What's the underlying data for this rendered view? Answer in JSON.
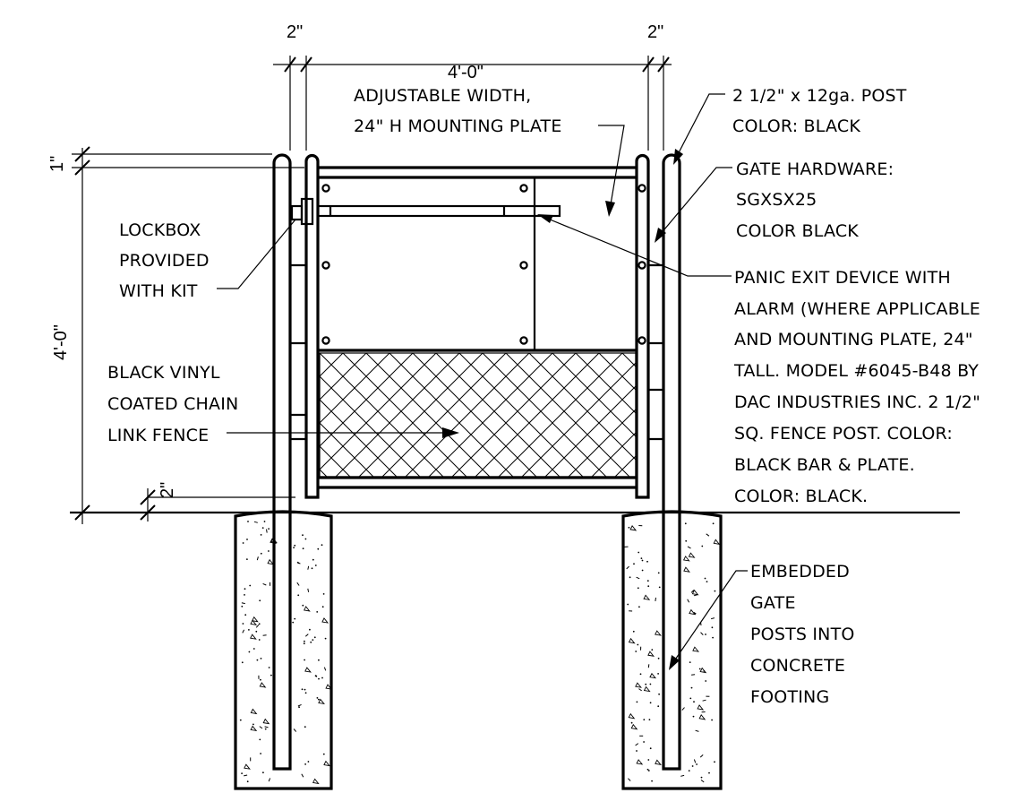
{
  "dimensions": {
    "post_left_width": "2\"",
    "post_right_width": "2\"",
    "gate_width": "4'-0\"",
    "top_offset": "1\"",
    "gate_height": "4'-0\"",
    "bottom_gap": "2\""
  },
  "callouts": {
    "mounting_plate": [
      "ADJUSTABLE WIDTH,",
      "24\" H MOUNTING PLATE"
    ],
    "post": [
      "2 1/2\" x 12ga. POST",
      "COLOR: BLACK"
    ],
    "gate_hardware": [
      "GATE HARDWARE:",
      "SGXSX25",
      "COLOR BLACK"
    ],
    "lockbox": [
      "LOCKBOX",
      "PROVIDED",
      "WITH KIT"
    ],
    "panic_exit": [
      "PANIC EXIT DEVICE WITH",
      "ALARM (WHERE APPLICABLE",
      "AND MOUNTING PLATE, 24\"",
      "TALL. MODEL #6045-B48 BY",
      "DAC INDUSTRIES INC.  2 1/2\"",
      "SQ. FENCE POST. COLOR:",
      "BLACK BAR & PLATE.",
      "COLOR: BLACK."
    ],
    "chain_link": [
      "BLACK VINYL",
      "COATED CHAIN",
      "LINK FENCE"
    ],
    "embedded_posts": [
      "EMBEDDED",
      "GATE",
      "POSTS INTO",
      "CONCRETE",
      "FOOTING"
    ]
  }
}
